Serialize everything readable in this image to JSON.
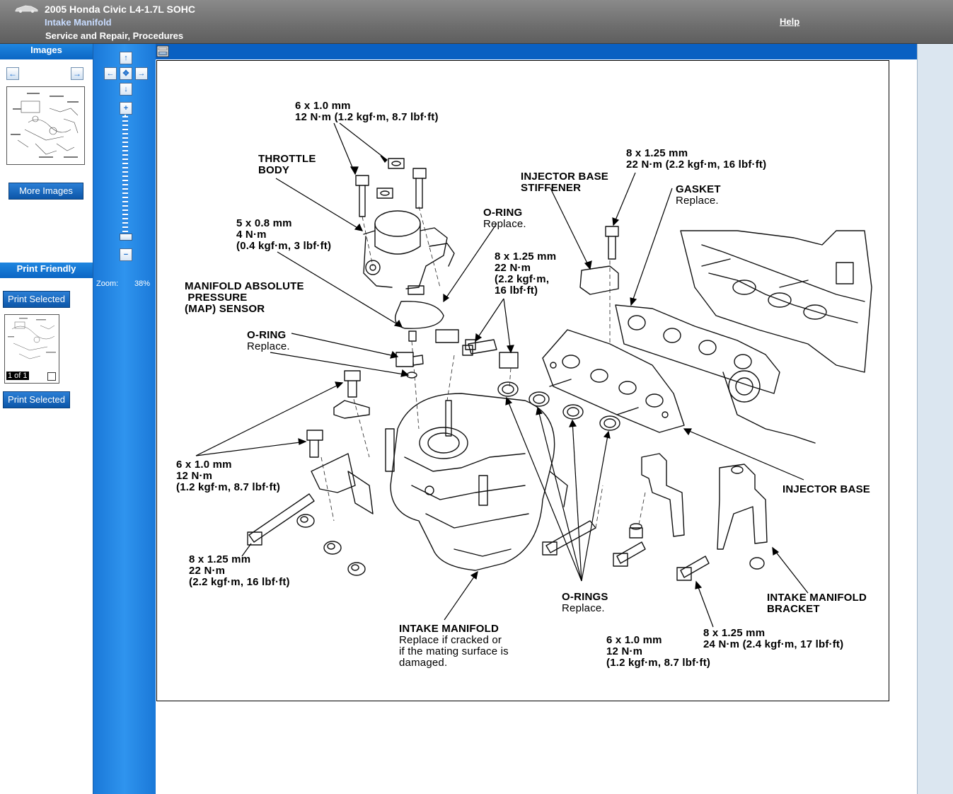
{
  "header": {
    "vehicle": "2005 Honda Civic L4-1.7L SOHC",
    "article": "Intake Manifold",
    "category": "Service and Repair, Procedures",
    "help": "Help"
  },
  "left_panel": {
    "images_title": "Images",
    "more_images": "More Images",
    "print_title": "Print Friendly",
    "print_selected": "Print Selected",
    "print_count": "1 of 1"
  },
  "zoom": {
    "label": "Zoom:",
    "value": "38%"
  },
  "icons": {
    "car": "car-icon",
    "prev": "arrow-left-icon",
    "next": "arrow-right-icon",
    "pan_up": "arrow-up-icon",
    "pan_down": "arrow-down-icon",
    "pan_center": "move-icon",
    "zoom_in": "plus-icon",
    "zoom_out": "minus-icon",
    "print": "printer-icon"
  },
  "diagram": {
    "labels": {
      "bolt_top_size": "6 x 1.0 mm",
      "bolt_top_torque": "12 N·m (1.2 kgf·m, 8.7 lbf·ft)",
      "throttle_body": "THROTTLE\nBODY",
      "bolt_tb_size": "5 x 0.8 mm",
      "bolt_tb_torque": "4 N·m",
      "bolt_tb_torque2": "(0.4 kgf·m, 3 lbf·ft)",
      "map_sensor": "MANIFOLD ABSOLUTE\n PRESSURE\n(MAP) SENSOR",
      "oring_left": "O-RING",
      "oring_left_note": "Replace.",
      "oring_top": "O-RING",
      "oring_top_note": "Replace.",
      "bolt_mid_size": "8 x 1.25 mm",
      "bolt_mid_torque": "22 N·m",
      "bolt_mid_torque2": "(2.2 kgf·m,",
      "bolt_mid_torque3": "16 lbf·ft)",
      "injector_stiffener": "INJECTOR BASE\nSTIFFENER",
      "bolt_right_size": "8 x 1.25 mm",
      "bolt_right_torque": "22 N·m (2.2 kgf·m, 16 lbf·ft)",
      "gasket": "GASKET",
      "gasket_note": "Replace.",
      "bolt_left_size": "6 x 1.0 mm",
      "bolt_left_torque": "12 N·m",
      "bolt_left_torque2": "(1.2 kgf·m, 8.7 lbf·ft)",
      "injector_base": "INJECTOR BASE",
      "bolt_low_size": "8 x 1.25 mm",
      "bolt_low_torque": "22 N·m",
      "bolt_low_torque2": "(2.2 kgf·m, 16 lbf·ft)",
      "orings": "O-RINGS",
      "orings_note": "Replace.",
      "intake_bracket": "INTAKE MANIFOLD\nBRACKET",
      "intake_manifold": "INTAKE MANIFOLD",
      "intake_manifold_note": "Replace if cracked or\nif the mating surface is\ndamaged.",
      "bolt_br_size": "6 x 1.0 mm",
      "bolt_br_torque": "12 N·m",
      "bolt_br_torque2": "(1.2 kgf·m, 8.7 lbf·ft)",
      "bolt_rb_size": "8 x 1.25 mm",
      "bolt_rb_torque": "24 N·m (2.4 kgf·m, 17 lbf·ft)"
    }
  }
}
